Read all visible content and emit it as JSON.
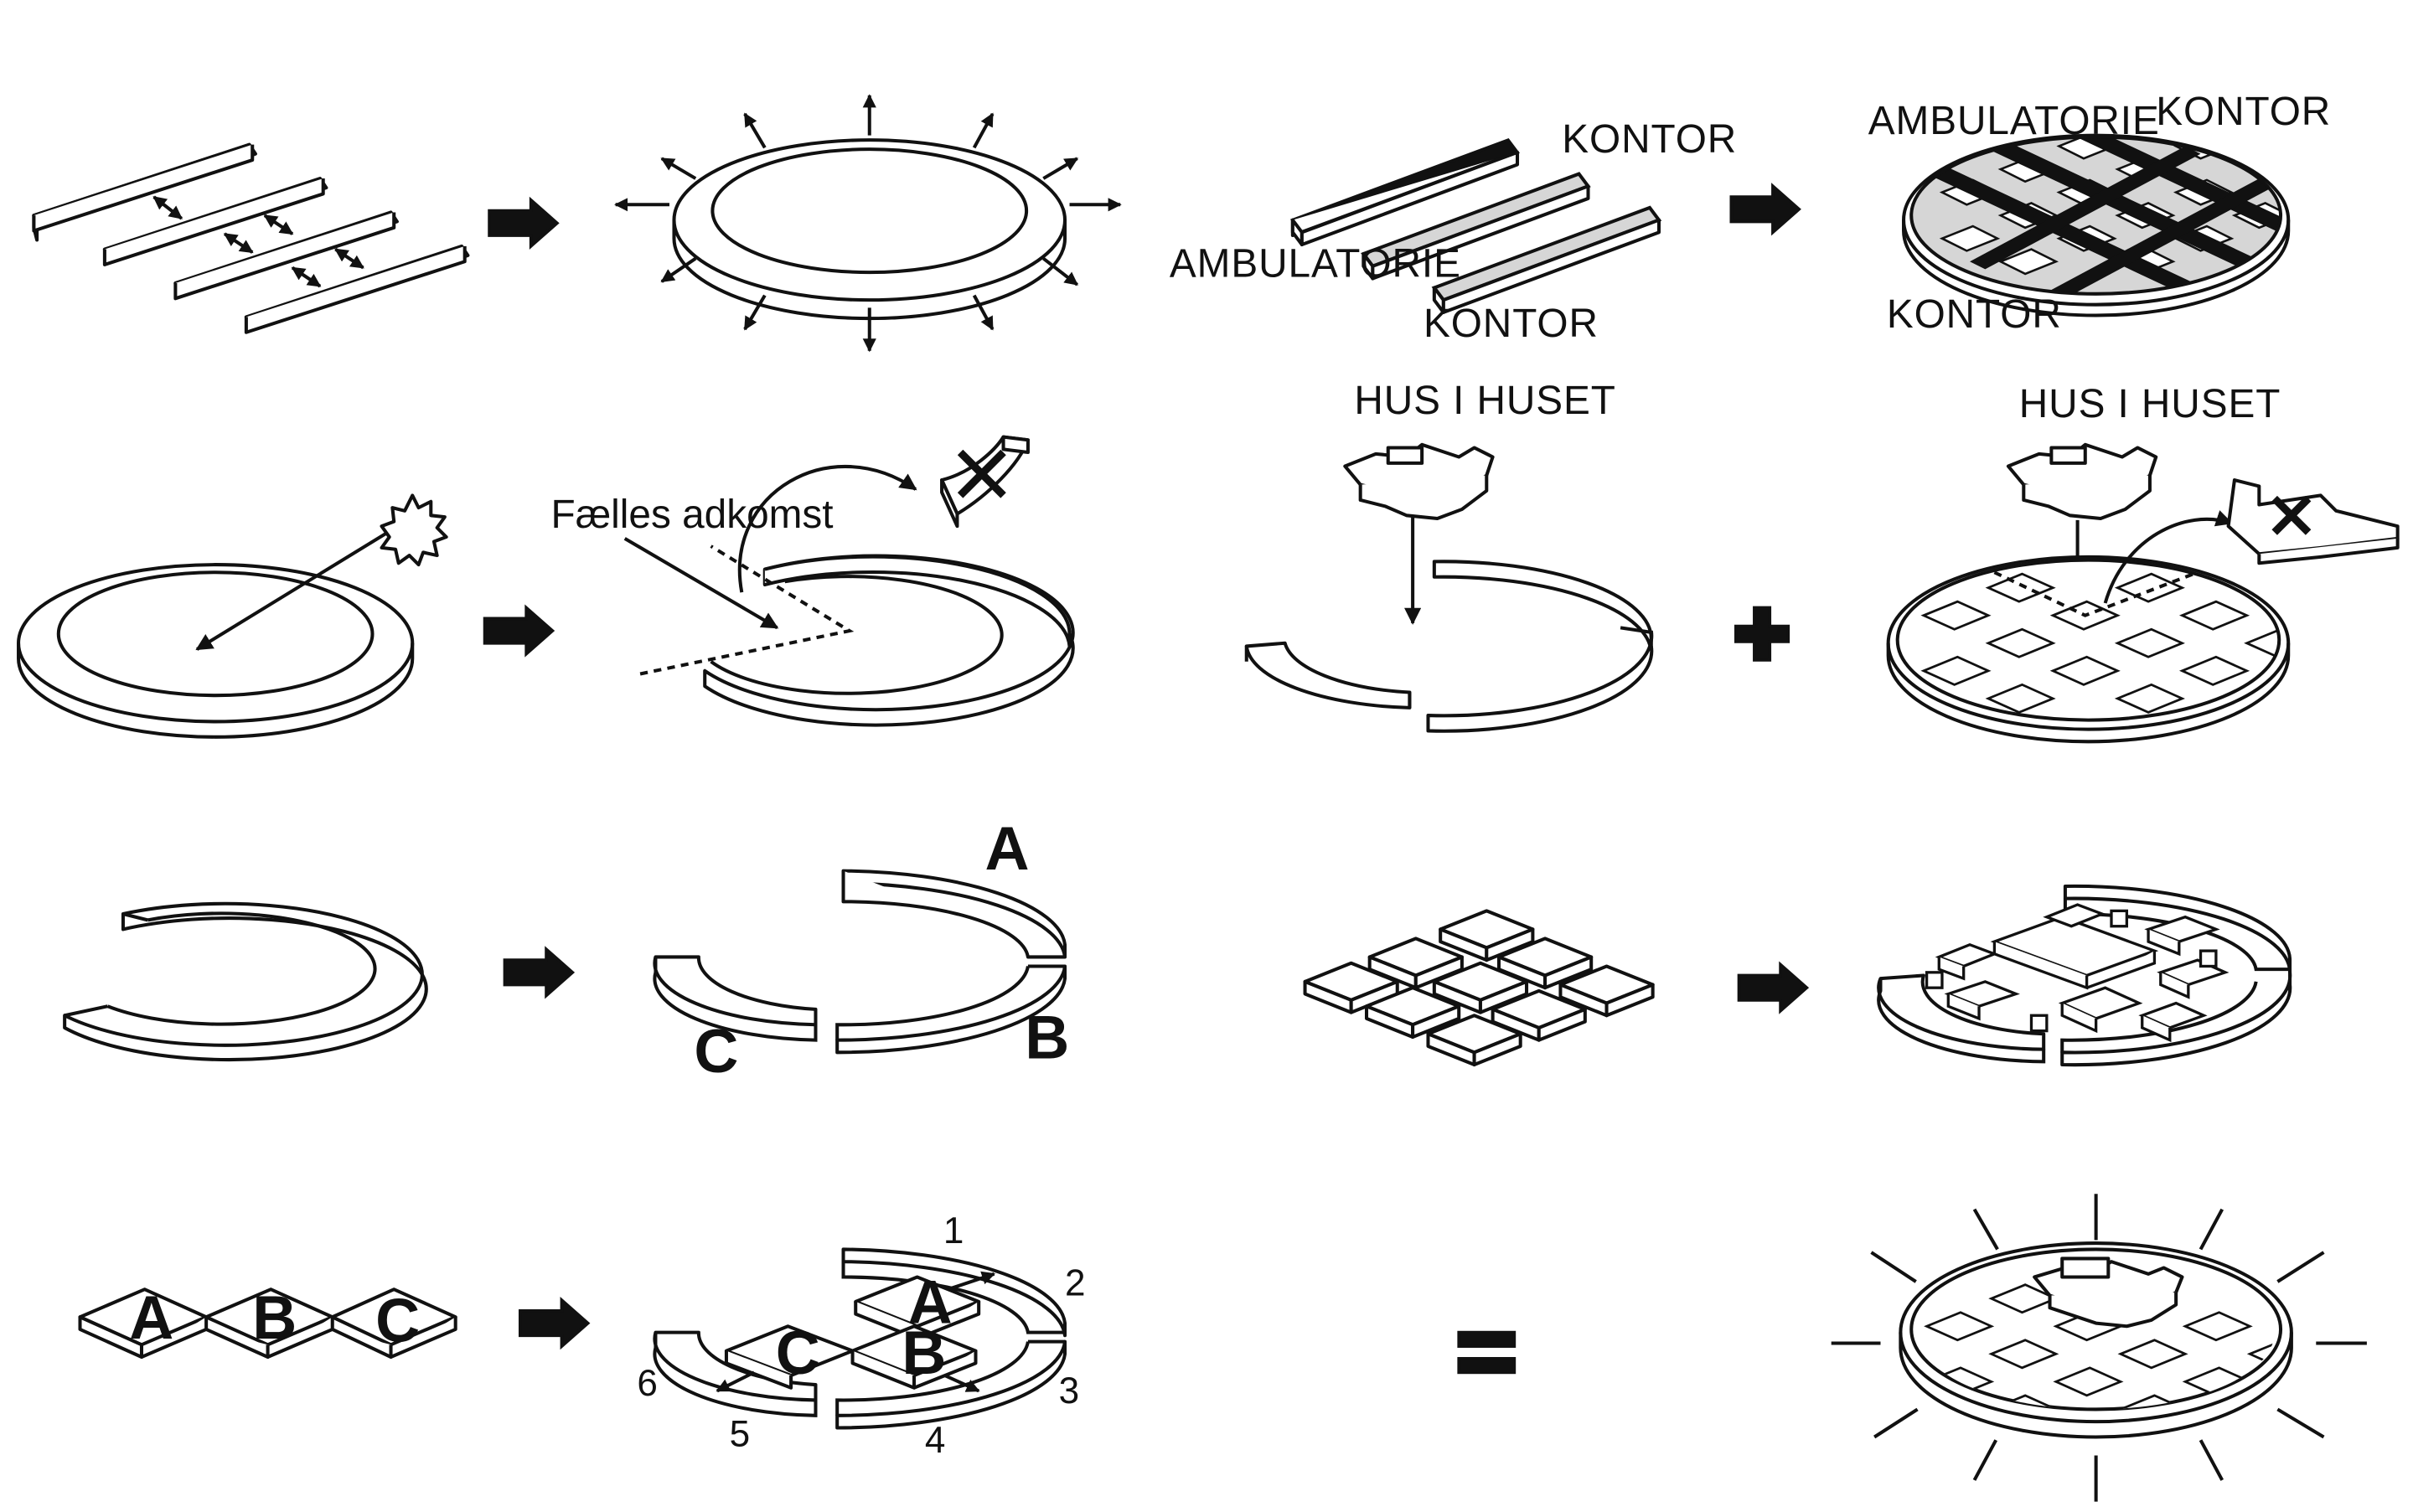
{
  "labels": {
    "ambulatorie_left": "AMBULATORIE",
    "kontor_top_left": "KONTOR",
    "kontor_bottom_left": "KONTOR",
    "ambulatorie_right": "AMBULATORIE",
    "kontor_top_right": "KONTOR",
    "kontor_bottom_right": "KONTOR",
    "faelles_adkomst": "Fælles adkomst",
    "hus_i_huset_left": "HUS I HUSET",
    "hus_i_huset_right": "HUS I HUSET",
    "segment_a": "A",
    "segment_b": "B",
    "segment_c": "C",
    "tile_a": "A",
    "tile_b": "B",
    "tile_c": "C",
    "combo_a": "A",
    "combo_b": "B",
    "combo_c": "C",
    "num_1": "1",
    "num_2": "2",
    "num_3": "3",
    "num_4": "4",
    "num_5": "5",
    "num_6": "6"
  },
  "colors": {
    "ink": "#111111",
    "gray_fill": "#d6d6d6",
    "background": "#ffffff"
  },
  "icons": [
    "arrow-right-icon",
    "plus-icon",
    "equals-icon",
    "cross-icon",
    "sun-icon",
    "radiating-lines-icon"
  ]
}
